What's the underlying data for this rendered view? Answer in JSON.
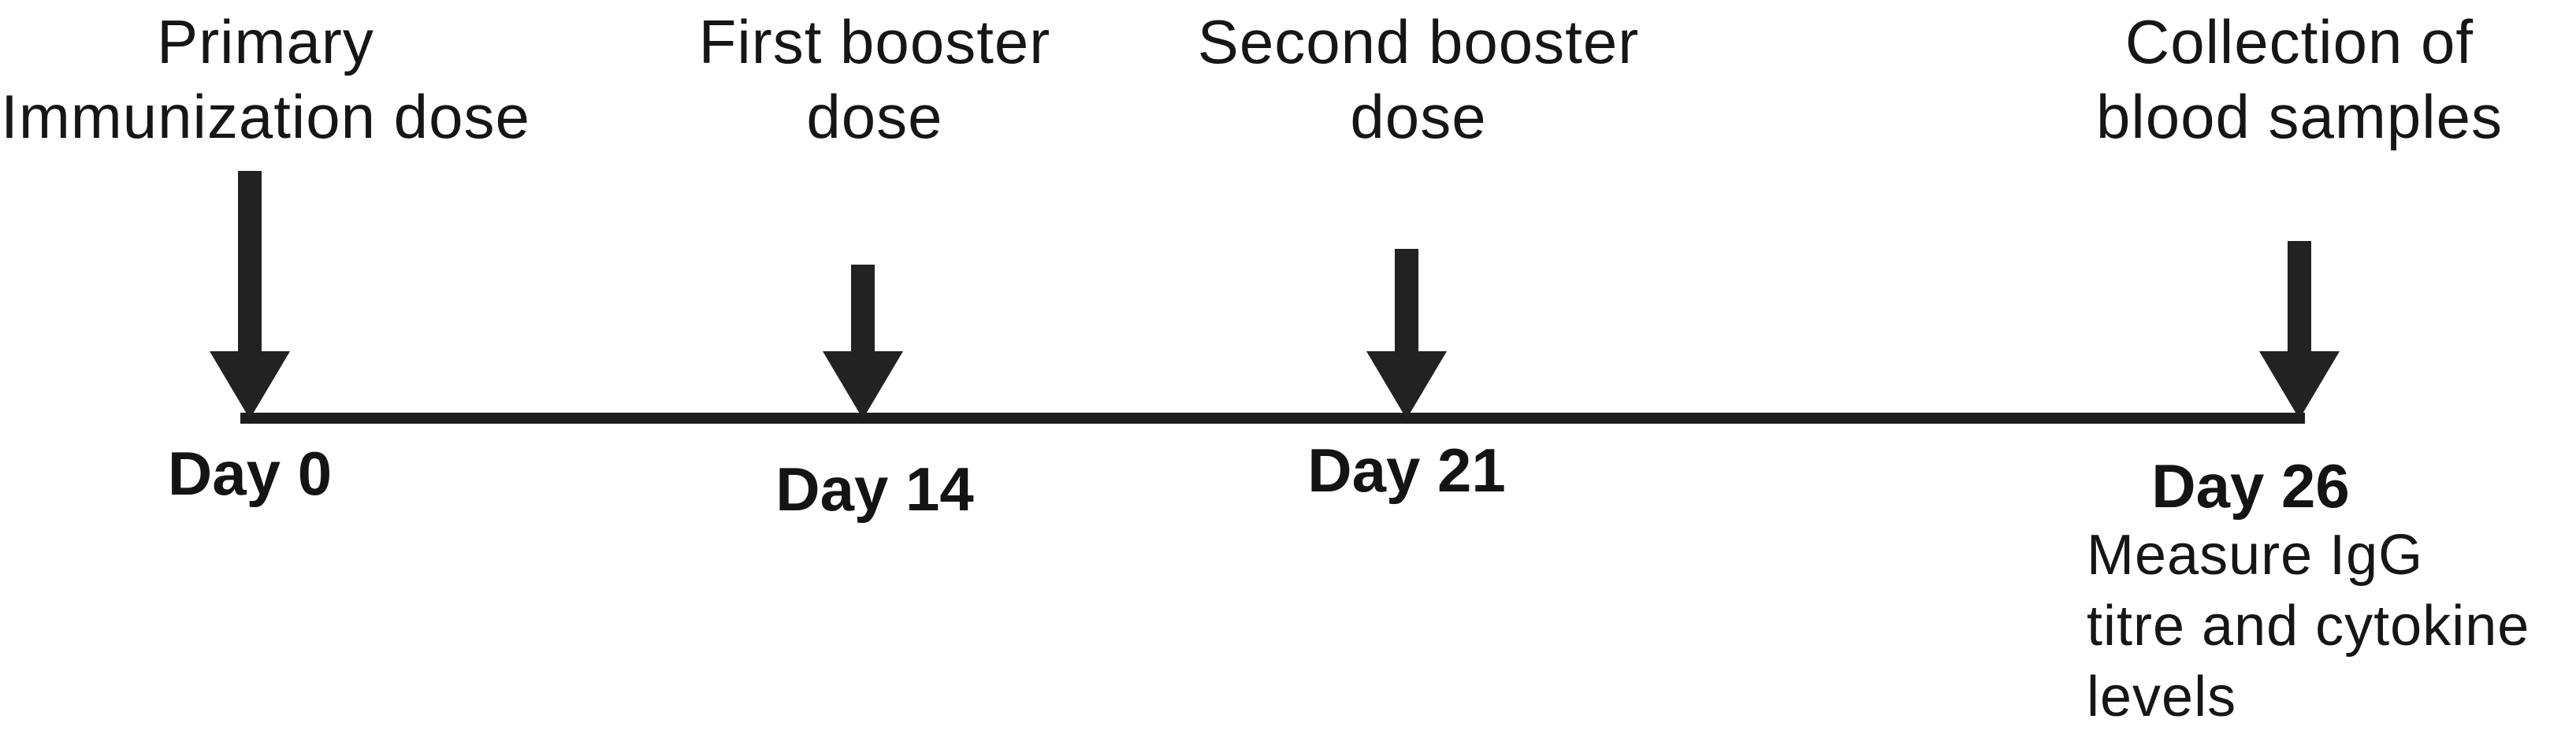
{
  "page": {
    "background_color": "#ffffff",
    "ink_color": "#1a1a1a"
  },
  "events": [
    {
      "label_lines": [
        "Primary",
        "Immunization dose"
      ],
      "day": "Day 0"
    },
    {
      "label_lines": [
        "First booster",
        "dose"
      ],
      "day": "Day 14"
    },
    {
      "label_lines": [
        "Second booster",
        "dose"
      ],
      "day": "Day 21"
    },
    {
      "label_lines": [
        "Collection of",
        "blood samples"
      ],
      "day": "Day 26"
    }
  ],
  "note": {
    "lines": [
      "Measure IgG",
      "titre and cytokine",
      "levels"
    ]
  }
}
